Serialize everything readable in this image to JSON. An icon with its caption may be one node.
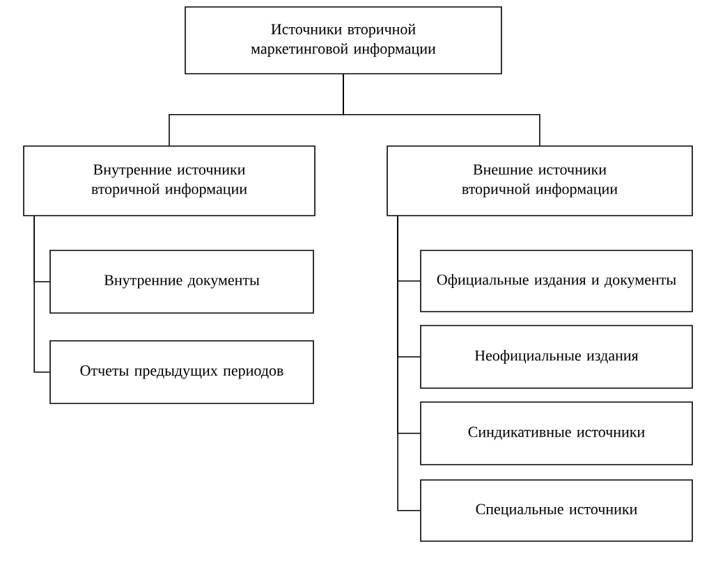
{
  "diagram": {
    "nodes": [
      {
        "text": [
          "Источники вторичной маркетинговой информации"
        ]
      },
      {
        "text": [
          "Внутренние источники вторичной информации"
        ]
      },
      {
        "text": [
          "Внешние источники вторичной информации"
        ]
      },
      {
        "text": [
          "Внутренние документы"
        ]
      },
      {
        "text": [
          "Отчеты предыдущих периодов"
        ]
      },
      {
        "text": [
          "Официальные издания и документы"
        ]
      },
      {
        "text": [
          "Неофициальные издания"
        ]
      },
      {
        "text": [
          "Синдикативные источники"
        ]
      },
      {
        "text": [
          "Специальные источники"
        ]
      }
    ],
    "edges": [
      {
        "from": 0,
        "to": 1,
        "arrow": "none"
      },
      {
        "from": 0,
        "to": 2,
        "arrow": "none"
      },
      {
        "from": 1,
        "to": 3,
        "arrow": "none"
      },
      {
        "from": 1,
        "to": 4,
        "arrow": "none"
      },
      {
        "from": 2,
        "to": 5,
        "arrow": "none"
      },
      {
        "from": 2,
        "to": 6,
        "arrow": "none"
      },
      {
        "from": 2,
        "to": 7,
        "arrow": "none"
      },
      {
        "from": 2,
        "to": 8,
        "arrow": "none"
      }
    ]
  }
}
